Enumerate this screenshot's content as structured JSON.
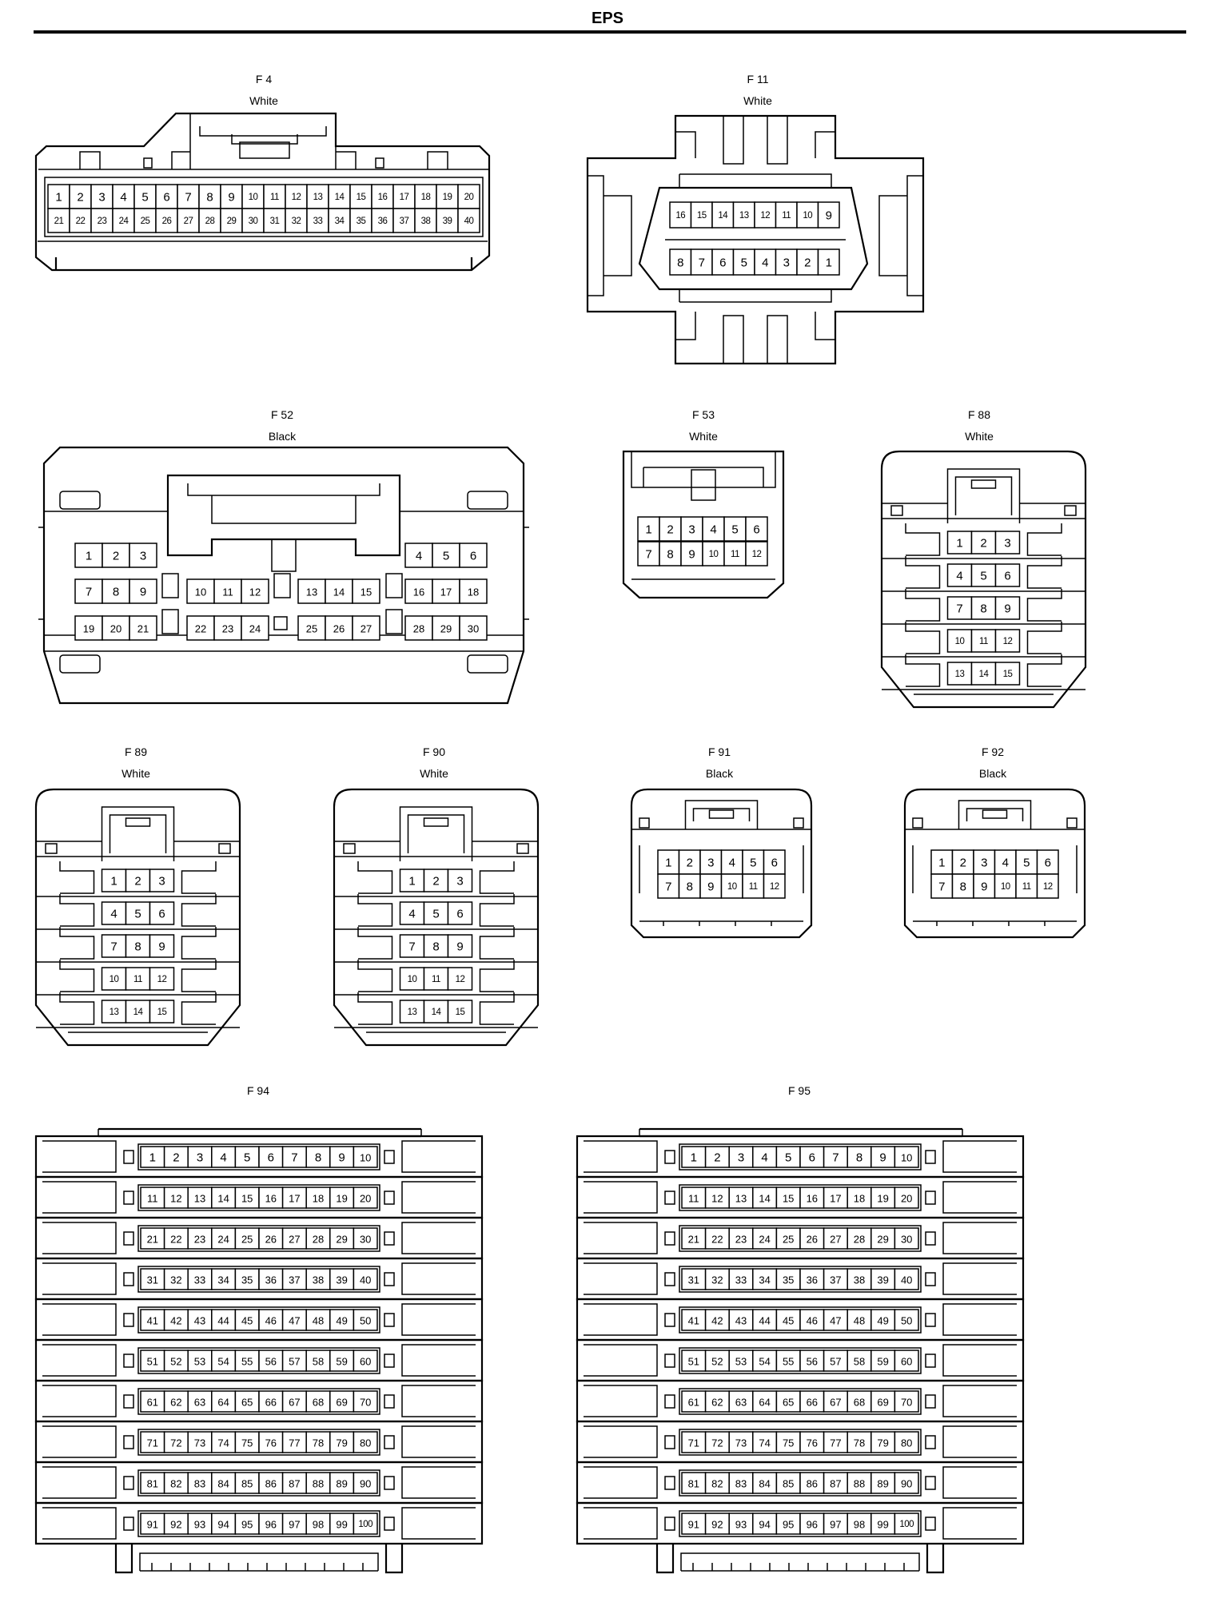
{
  "page": {
    "title": "EPS"
  },
  "connectors": [
    {
      "id": "F4",
      "label": "F 4",
      "color": "White"
    },
    {
      "id": "F11",
      "label": "F 11",
      "color": "White"
    },
    {
      "id": "F52",
      "label": "F 52",
      "color": "Black"
    },
    {
      "id": "F53",
      "label": "F 53",
      "color": "White"
    },
    {
      "id": "F88",
      "label": "F 88",
      "color": "White"
    },
    {
      "id": "F89",
      "label": "F 89",
      "color": "White"
    },
    {
      "id": "F90",
      "label": "F 90",
      "color": "White"
    },
    {
      "id": "F91",
      "label": "F 91",
      "color": "Black"
    },
    {
      "id": "F92",
      "label": "F 92",
      "color": "Black"
    },
    {
      "id": "F94",
      "label": "F 94"
    },
    {
      "id": "F95",
      "label": "F 95"
    }
  ]
}
